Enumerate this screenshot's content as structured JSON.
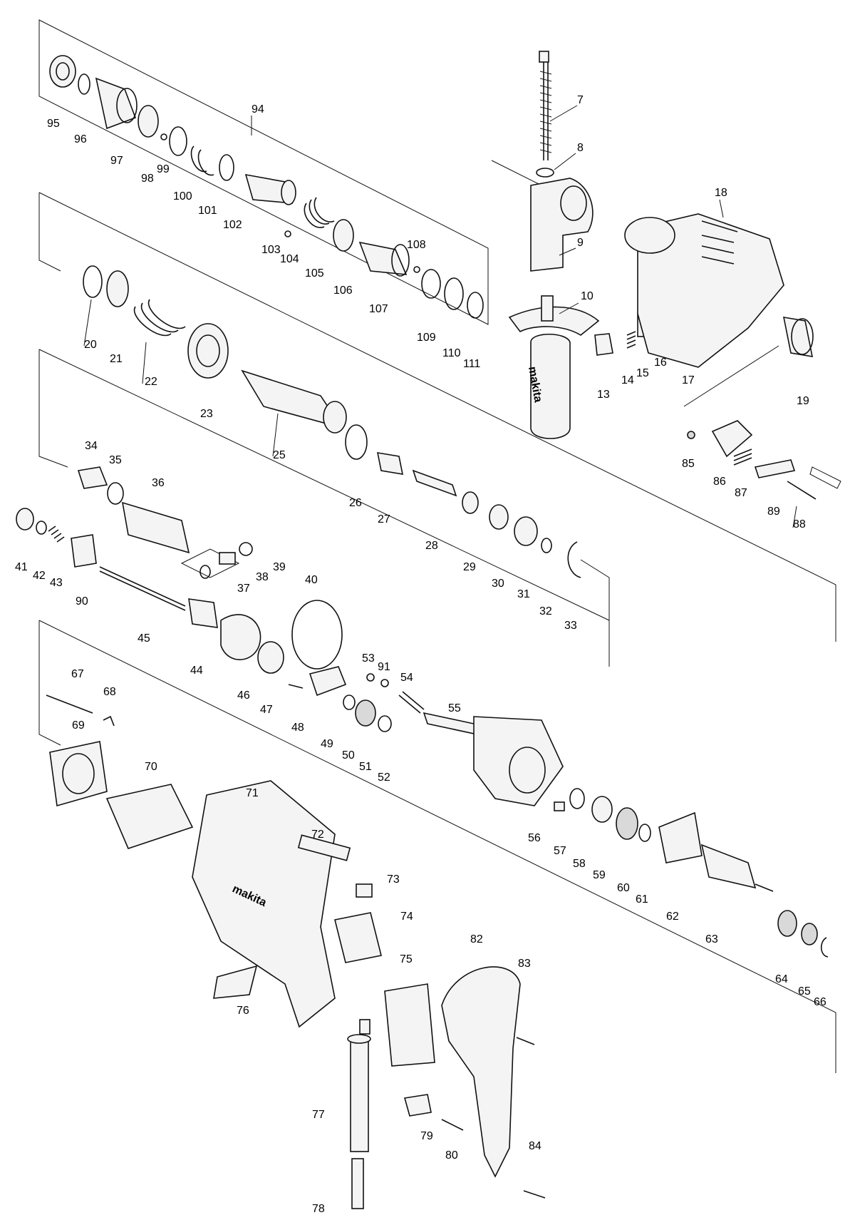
{
  "brand_markings": [
    "makita",
    "makita"
  ],
  "part_labels": [
    "7",
    "8",
    "9",
    "10",
    "13",
    "14",
    "15",
    "16",
    "17",
    "18",
    "19",
    "20",
    "21",
    "22",
    "23",
    "25",
    "26",
    "27",
    "28",
    "29",
    "30",
    "31",
    "32",
    "33",
    "34",
    "35",
    "36",
    "37",
    "38",
    "39",
    "40",
    "41",
    "42",
    "43",
    "44",
    "45",
    "46",
    "47",
    "48",
    "49",
    "50",
    "51",
    "52",
    "53",
    "54",
    "55",
    "56",
    "57",
    "58",
    "59",
    "60",
    "61",
    "62",
    "63",
    "64",
    "65",
    "66",
    "67",
    "68",
    "69",
    "70",
    "71",
    "72",
    "73",
    "74",
    "75",
    "76",
    "77",
    "78",
    "79",
    "80",
    "82",
    "83",
    "84",
    "85",
    "86",
    "87",
    "88",
    "89",
    "90",
    "91",
    "94",
    "95",
    "96",
    "97",
    "98",
    "99",
    "100",
    "101",
    "102",
    "103",
    "104",
    "105",
    "106",
    "107",
    "108",
    "109",
    "110",
    "111"
  ]
}
